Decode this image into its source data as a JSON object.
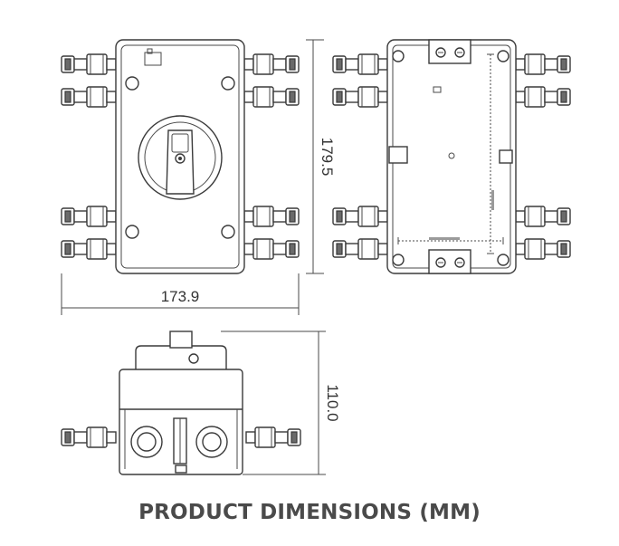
{
  "dimensions": {
    "width": "173.9",
    "height": "179.5",
    "depth": "110.0"
  },
  "caption": "PRODUCT DIMENSIONS (MM)",
  "colors": {
    "line": "#3a3a3a",
    "caption": "#4a4a4a"
  }
}
